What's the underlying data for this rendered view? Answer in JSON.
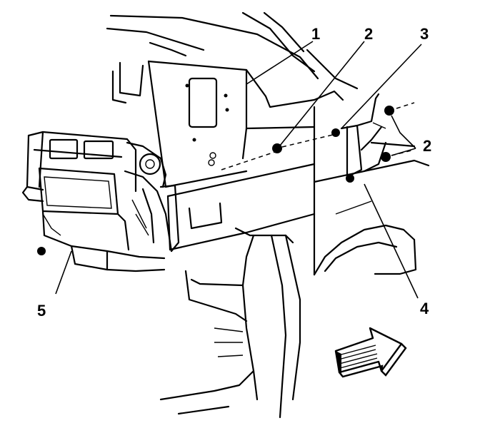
{
  "callouts": {
    "c1": "1",
    "c2a": "2",
    "c3": "3",
    "c2b": "2",
    "c4": "4",
    "c5": "5"
  },
  "colors": {
    "ink": "#000000",
    "paper": "#ffffff"
  },
  "icons": {
    "direction_arrow": "forward-arrow-icon"
  }
}
